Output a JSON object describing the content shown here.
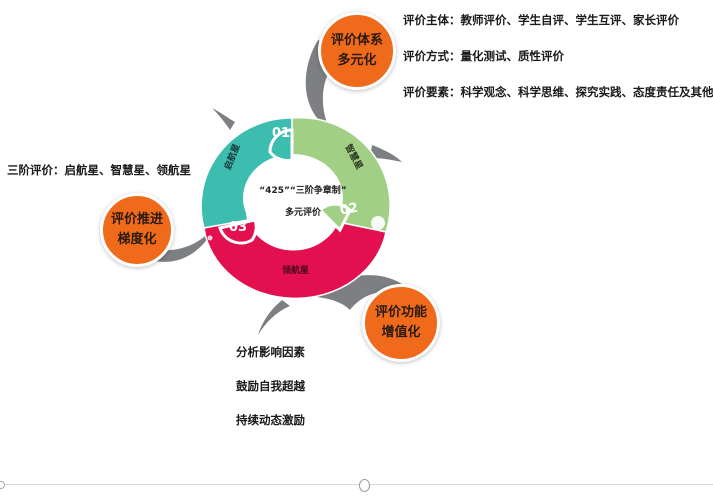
{
  "diagram": {
    "center": {
      "line1": "“425”“三阶争章制”",
      "line2": "多元评价"
    },
    "segments": [
      {
        "number": "01",
        "label": "启航星",
        "color": "#3dbcb0"
      },
      {
        "number": "02",
        "label": "智慧星",
        "color": "#a2cf86"
      },
      {
        "number": "03",
        "label": "领航星",
        "color": "#e3104f"
      }
    ],
    "bubbles": [
      {
        "line1": "评价体系",
        "line2": "多元化",
        "color": "#f06a1c"
      },
      {
        "line1": "评价推进",
        "line2": "梯度化",
        "color": "#f06a1c"
      },
      {
        "line1": "评价功能",
        "line2": "增值化",
        "color": "#f06a1c"
      }
    ],
    "system_details": [
      "评价主体：教师评价、学生自评、学生互评、家长评价",
      "评价方式：量化测试、质性评价",
      "评价要素：科学观念、科学思维、探究实践、态度责任及其他"
    ],
    "progression_detail": "三阶评价：启航星、智慧星、领航星",
    "function_details": [
      "分析影响因素",
      "鼓励自我超越",
      "持续动态激励"
    ],
    "arrow_color": "#7d7f83"
  }
}
